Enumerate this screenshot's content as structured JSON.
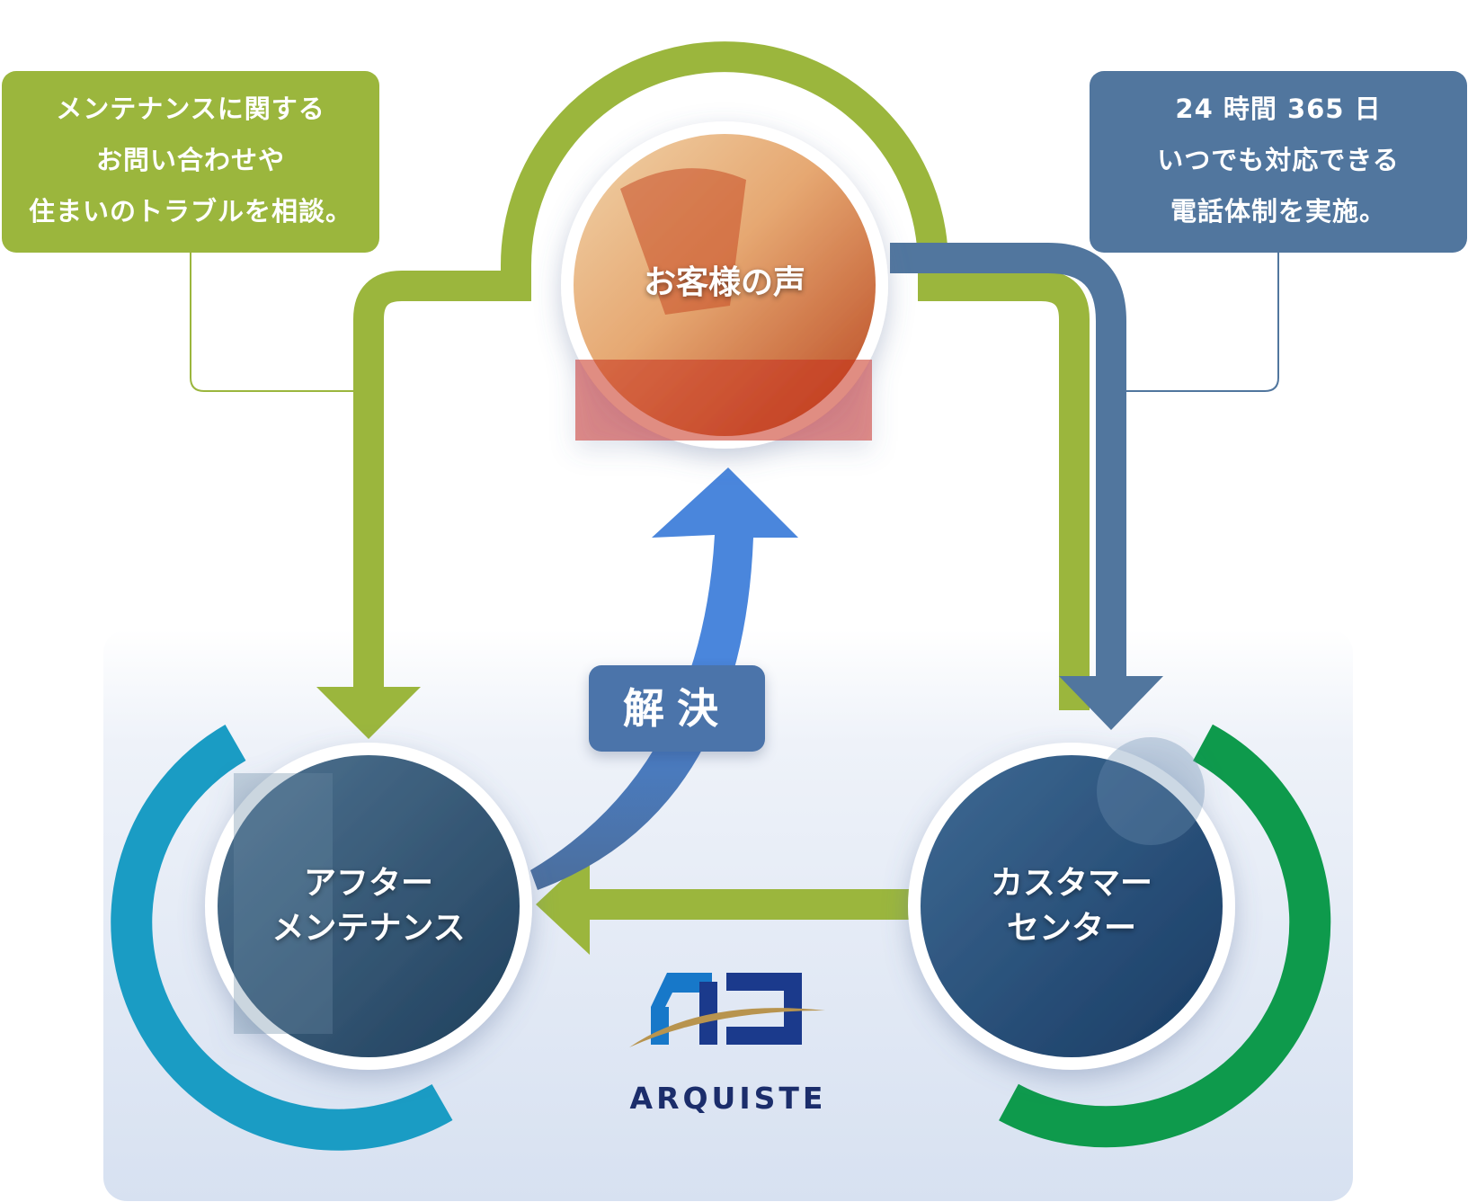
{
  "callouts": {
    "left": [
      "メンテナンスに関する",
      "お問い合わせや",
      "住まいのトラブルを相談。"
    ],
    "right": [
      "24 時間 365 日",
      "いつでも対応できる",
      "電話体制を実施。"
    ]
  },
  "nodes": {
    "customer": [
      "お客様の声"
    ],
    "maintenance": [
      "アフター",
      "メンテナンス"
    ],
    "center": [
      "カスタマー",
      "センター"
    ]
  },
  "badge": {
    "label": "解決"
  },
  "logo": {
    "text": "ARQUISTE"
  },
  "colors": {
    "green": "#9bb63d",
    "steel_blue": "#51769e",
    "arrow_blue": "#4a86dc",
    "teal_ring": "#1a9cc4",
    "green_ring": "#0e9a4c"
  }
}
